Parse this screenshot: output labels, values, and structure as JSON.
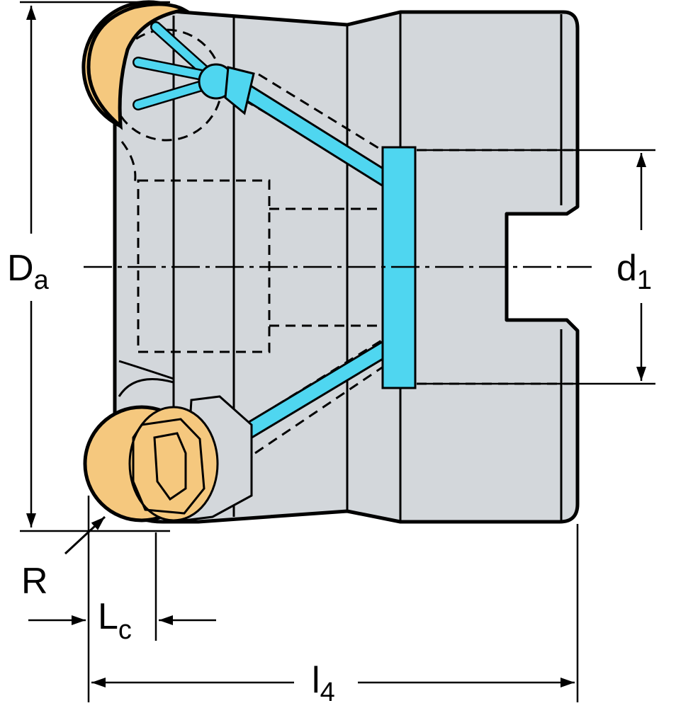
{
  "dimensions": {
    "Da": {
      "main": "D",
      "sub": "a"
    },
    "d1": {
      "main": "d",
      "sub": "1"
    },
    "R": {
      "main": "R"
    },
    "Lc": {
      "main": "L",
      "sub": "c"
    },
    "l4": {
      "main": "l",
      "sub": "4"
    }
  },
  "colors": {
    "body": "#d3d7db",
    "coolant": "#4fd6f0",
    "insert": "#f5c87e",
    "outline": "#000000"
  }
}
